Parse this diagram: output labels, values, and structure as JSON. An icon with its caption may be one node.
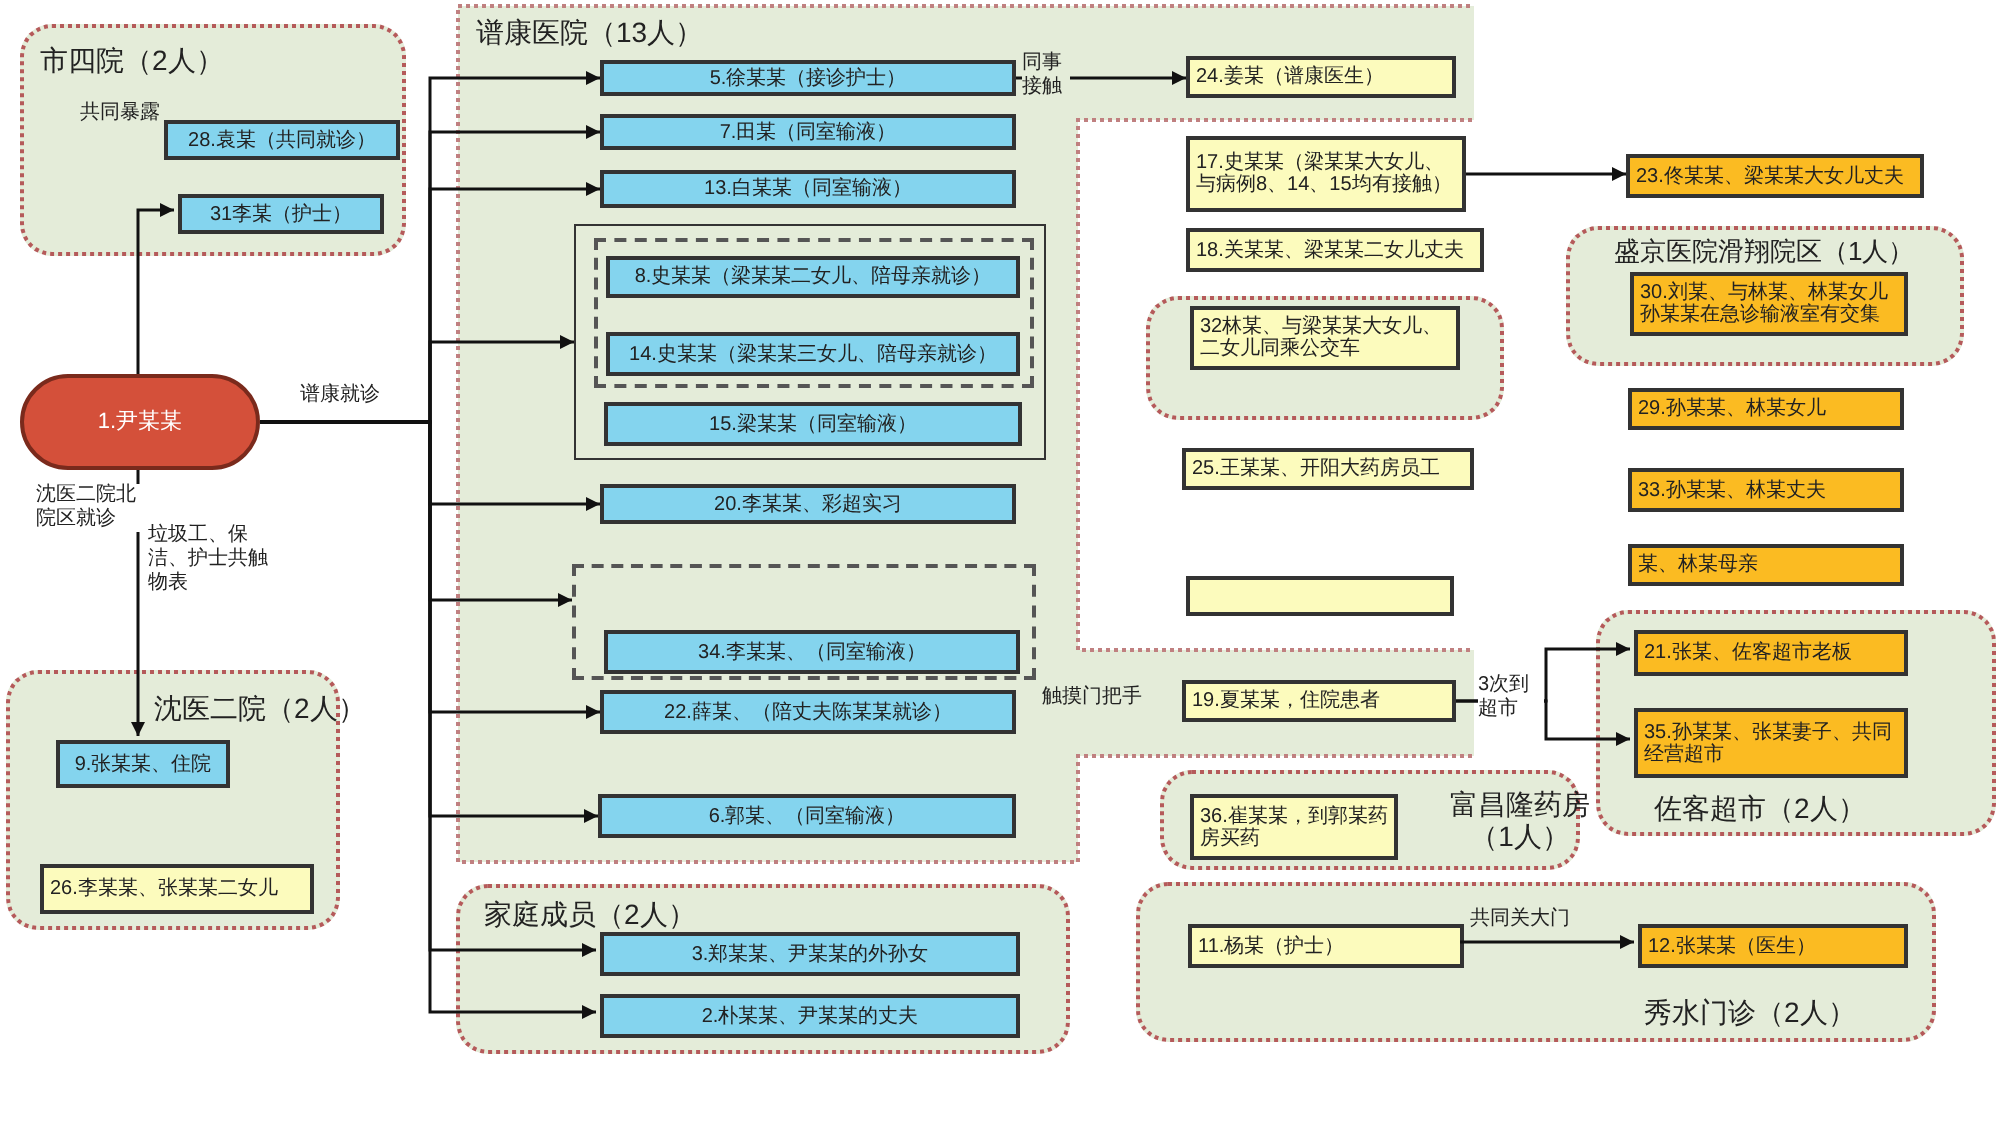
{
  "diagram": {
    "nodes": [
      {
        "text": [
          "市四院（2人）"
        ]
      },
      {
        "text": [
          "28.袁某（共同就诊）"
        ],
        "in": 0
      },
      {
        "text": [
          "31李某（护士）"
        ],
        "in": 0
      },
      {
        "text": [
          "1.尹某某"
        ]
      },
      {
        "text": [
          "沈医二院（2人）"
        ]
      },
      {
        "text": [
          "9.张某某、住院"
        ],
        "in": 4
      },
      {
        "text": [
          "26.李某某、张某某二女儿"
        ],
        "in": 4
      },
      {
        "text": [
          "谱康医院（13人）"
        ]
      },
      {
        "text": [
          "5.徐某某（接诊护士）"
        ],
        "in": 7
      },
      {
        "text": [
          "7.田某（同室输液）"
        ],
        "in": 7
      },
      {
        "text": [
          "13.白某某（同室输液）"
        ],
        "in": 7
      },
      {
        "text": [],
        "shape": "box",
        "in": 7
      },
      {
        "text": [],
        "shape": "box",
        "in": 11
      },
      {
        "text": [
          "8.史某某（梁某某二女儿、陪母亲就诊）"
        ],
        "in": 12
      },
      {
        "text": [
          "14.史某某（梁某某三女儿、陪母亲就诊）"
        ],
        "in": 12
      },
      {
        "text": [
          "15.梁某某（同室输液）"
        ],
        "in": 11
      },
      {
        "text": [
          "20.李某某、彩超实习"
        ],
        "in": 7
      },
      {
        "text": [],
        "shape": "box",
        "in": 7
      },
      {
        "text": [
          "34.李某某、（同室输液）"
        ],
        "in": 17
      },
      {
        "text": [
          "22.薛某、（陪丈夫陈某某就诊）"
        ],
        "in": 7
      },
      {
        "text": [
          "6.郭某、（同室输液）"
        ],
        "in": 7
      },
      {
        "text": [
          "家庭成员（2人）"
        ]
      },
      {
        "text": [
          "3.郑某某、尹某某的外孙女"
        ],
        "in": 21
      },
      {
        "text": [
          "2.朴某某、尹某某的丈夫"
        ],
        "in": 21
      },
      {
        "text": [
          "24.姜某（谱康医生）"
        ],
        "in": 7
      },
      {
        "text": [
          "17.史某某（梁某某大女儿、与病例8、14、15均有接触）"
        ]
      },
      {
        "text": [
          "23.佟某某、梁某某大女儿丈夫"
        ]
      },
      {
        "text": [
          "18.关某某、梁某某二女儿丈夫"
        ]
      },
      {
        "text": [],
        "shape": "box"
      },
      {
        "text": [
          "32林某、与梁某某大女儿、二女儿同乘公交车"
        ],
        "in": 28
      },
      {
        "text": [
          "25.王某某、开阳大药房员工"
        ]
      },
      {
        "text": [],
        "shape": "box"
      },
      {
        "text": [
          "19.夏某某，住院患者"
        ],
        "in": 7
      },
      {
        "text": [
          "盛京医院滑翔院区（1人）"
        ]
      },
      {
        "text": [
          "30.刘某、与林某、林某女儿孙某某在急诊输液室有交集"
        ],
        "in": 33
      },
      {
        "text": [
          "29.孙某某、林某女儿"
        ]
      },
      {
        "text": [
          "33.孙某某、林某丈夫"
        ]
      },
      {
        "text": [
          "某、林某母亲"
        ]
      },
      {
        "text": [
          "佐客超市（2人）"
        ]
      },
      {
        "text": [
          "21.张某、佐客超市老板"
        ],
        "in": 38
      },
      {
        "text": [
          "35.孙某某、张某妻子、共同经营超市"
        ],
        "in": 38
      },
      {
        "text": [
          "富昌隆药房（1人）"
        ]
      },
      {
        "text": [
          "36.崔某某，到郭某药房买药"
        ],
        "in": 41
      },
      {
        "text": [
          "秀水门诊（2人）"
        ]
      },
      {
        "text": [
          "11.杨某（护士）"
        ],
        "in": 43
      },
      {
        "text": [
          "12.张某某（医生）"
        ],
        "in": 43
      }
    ],
    "edges": [
      {
        "from": 3,
        "to": 2,
        "arrow": "to"
      },
      {
        "from": 3,
        "to": 5,
        "arrow": "to",
        "label": "沈医二院北院区就诊"
      },
      {
        "from": 3,
        "to": 8,
        "arrow": "to",
        "label": "谱康就诊"
      },
      {
        "from": 3,
        "to": 9,
        "arrow": "to"
      },
      {
        "from": 3,
        "to": 10,
        "arrow": "to"
      },
      {
        "from": 3,
        "to": 11,
        "arrow": "to"
      },
      {
        "from": 3,
        "to": 16,
        "arrow": "to"
      },
      {
        "from": 3,
        "to": 17,
        "arrow": "to"
      },
      {
        "from": 3,
        "to": 19,
        "arrow": "to"
      },
      {
        "from": 3,
        "to": 20,
        "arrow": "to"
      },
      {
        "from": 3,
        "to": 22,
        "arrow": "to"
      },
      {
        "from": 3,
        "to": 23,
        "arrow": "to"
      },
      {
        "from": 8,
        "to": 24,
        "arrow": "to",
        "label": "同事接触"
      },
      {
        "from": 25,
        "to": 26,
        "arrow": "to"
      },
      {
        "from": 32,
        "to": 39,
        "arrow": "to",
        "label": "3次到超市"
      },
      {
        "from": 32,
        "to": 40,
        "arrow": "to"
      },
      {
        "from": 44,
        "to": 45,
        "arrow": "to",
        "label": "共同关大门"
      }
    ],
    "labels": [
      "共同暴露",
      "垃圾工、保洁、护士共触物表",
      "触摸门把手"
    ]
  }
}
